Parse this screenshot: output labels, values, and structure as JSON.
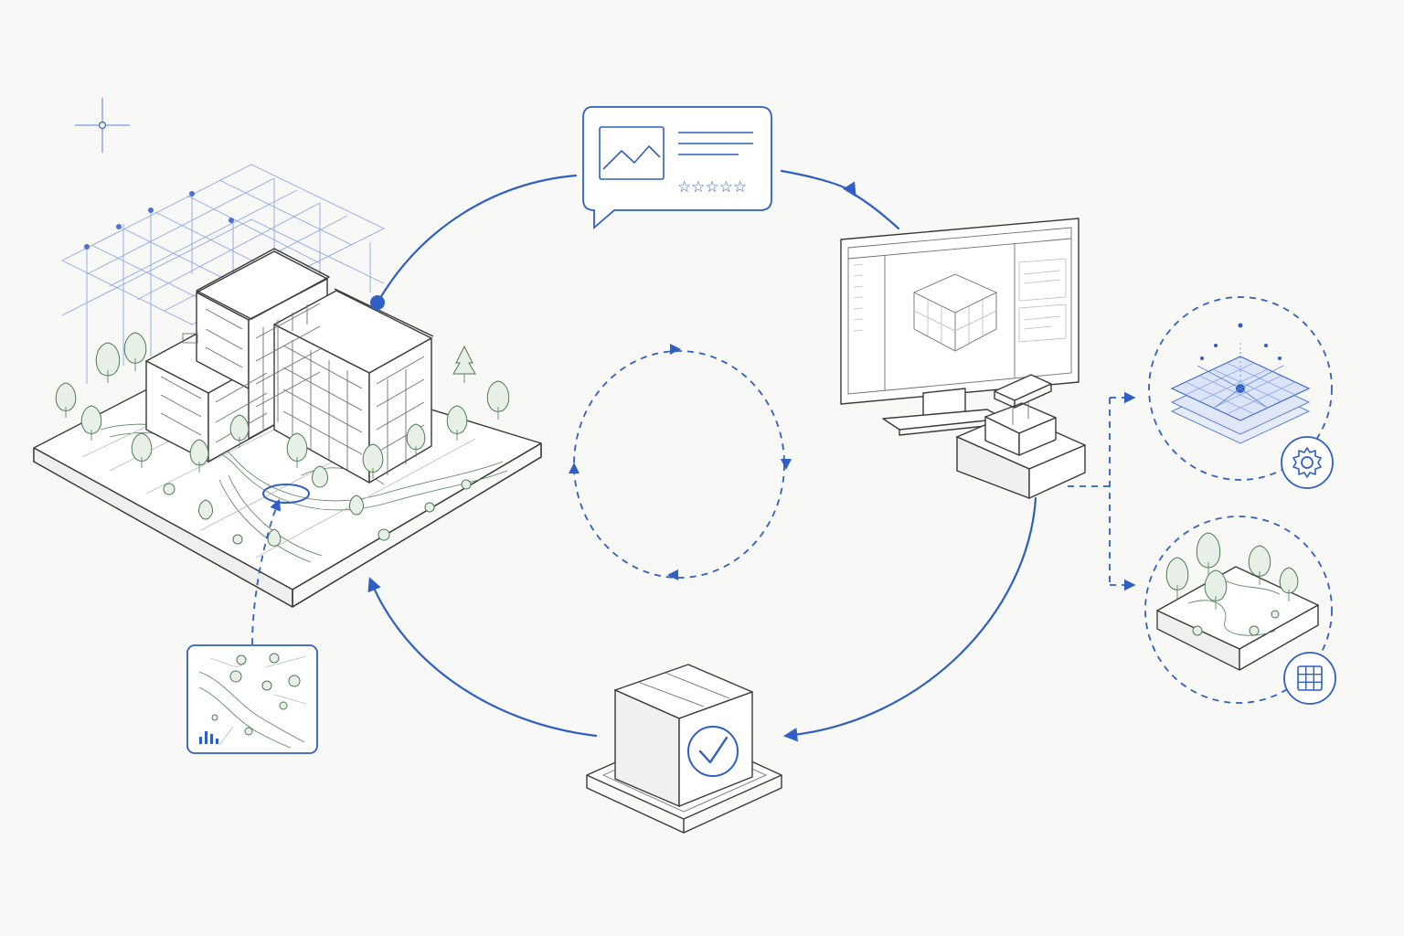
{
  "colors": {
    "accent": "#2f5fc4",
    "ink": "#3a3a3a",
    "foliage": "#4d7a55",
    "background": "#f8f8f6"
  },
  "review_card": {
    "icon": "image-placeholder-icon",
    "rating_stars": "☆☆☆☆☆"
  },
  "nodes": [
    {
      "id": "site-model",
      "icon": "isometric-building-site"
    },
    {
      "id": "review-card",
      "icon": "speech-bubble-review"
    },
    {
      "id": "workstation",
      "icon": "desktop-monitor-3d-model"
    },
    {
      "id": "approved-package",
      "icon": "box-check-icon"
    },
    {
      "id": "site-plan-thumbnail",
      "icon": "site-plan-map-chart-icon"
    },
    {
      "id": "layer-stack",
      "icon": "layer-grid-gear-icon"
    },
    {
      "id": "landscape-block",
      "icon": "landscape-table-icon"
    }
  ]
}
